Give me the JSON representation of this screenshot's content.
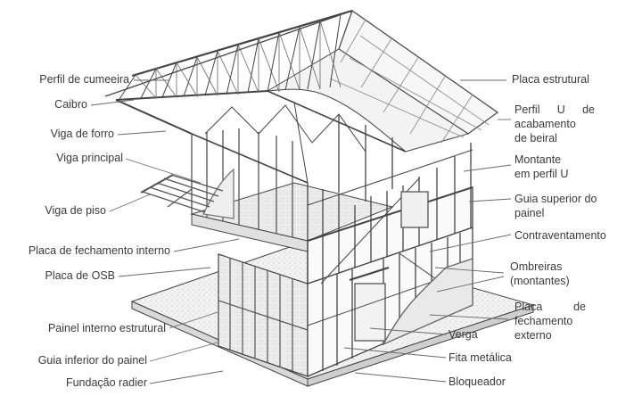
{
  "labels_left": [
    "Perfil de cumeeira",
    "Caibro",
    "Viga de forro",
    "Viga principal",
    "Viga de piso",
    "Placa de fechamento interno",
    "Placa de OSB",
    "Painel interno estrutural",
    "Guia inferior do painel",
    "Fundação radier"
  ],
  "labels_right": {
    "placa_estrutural": "Placa estrutural",
    "perfil_u": [
      "Perfil U de",
      "acabamento",
      "de beiral"
    ],
    "montante": [
      "Montante",
      "em perfil U"
    ],
    "guia_superior": [
      "Guia superior do",
      "painel"
    ],
    "contraventamento": "Contraventamento",
    "ombreiras": [
      "Ombreiras",
      "(montantes)"
    ],
    "placa_fechamento_externo": [
      "Placa de",
      "fechamento",
      "externo"
    ],
    "verga": "Verga",
    "fita_metalica": "Fita metálica",
    "bloqueador": "Bloqueador"
  }
}
